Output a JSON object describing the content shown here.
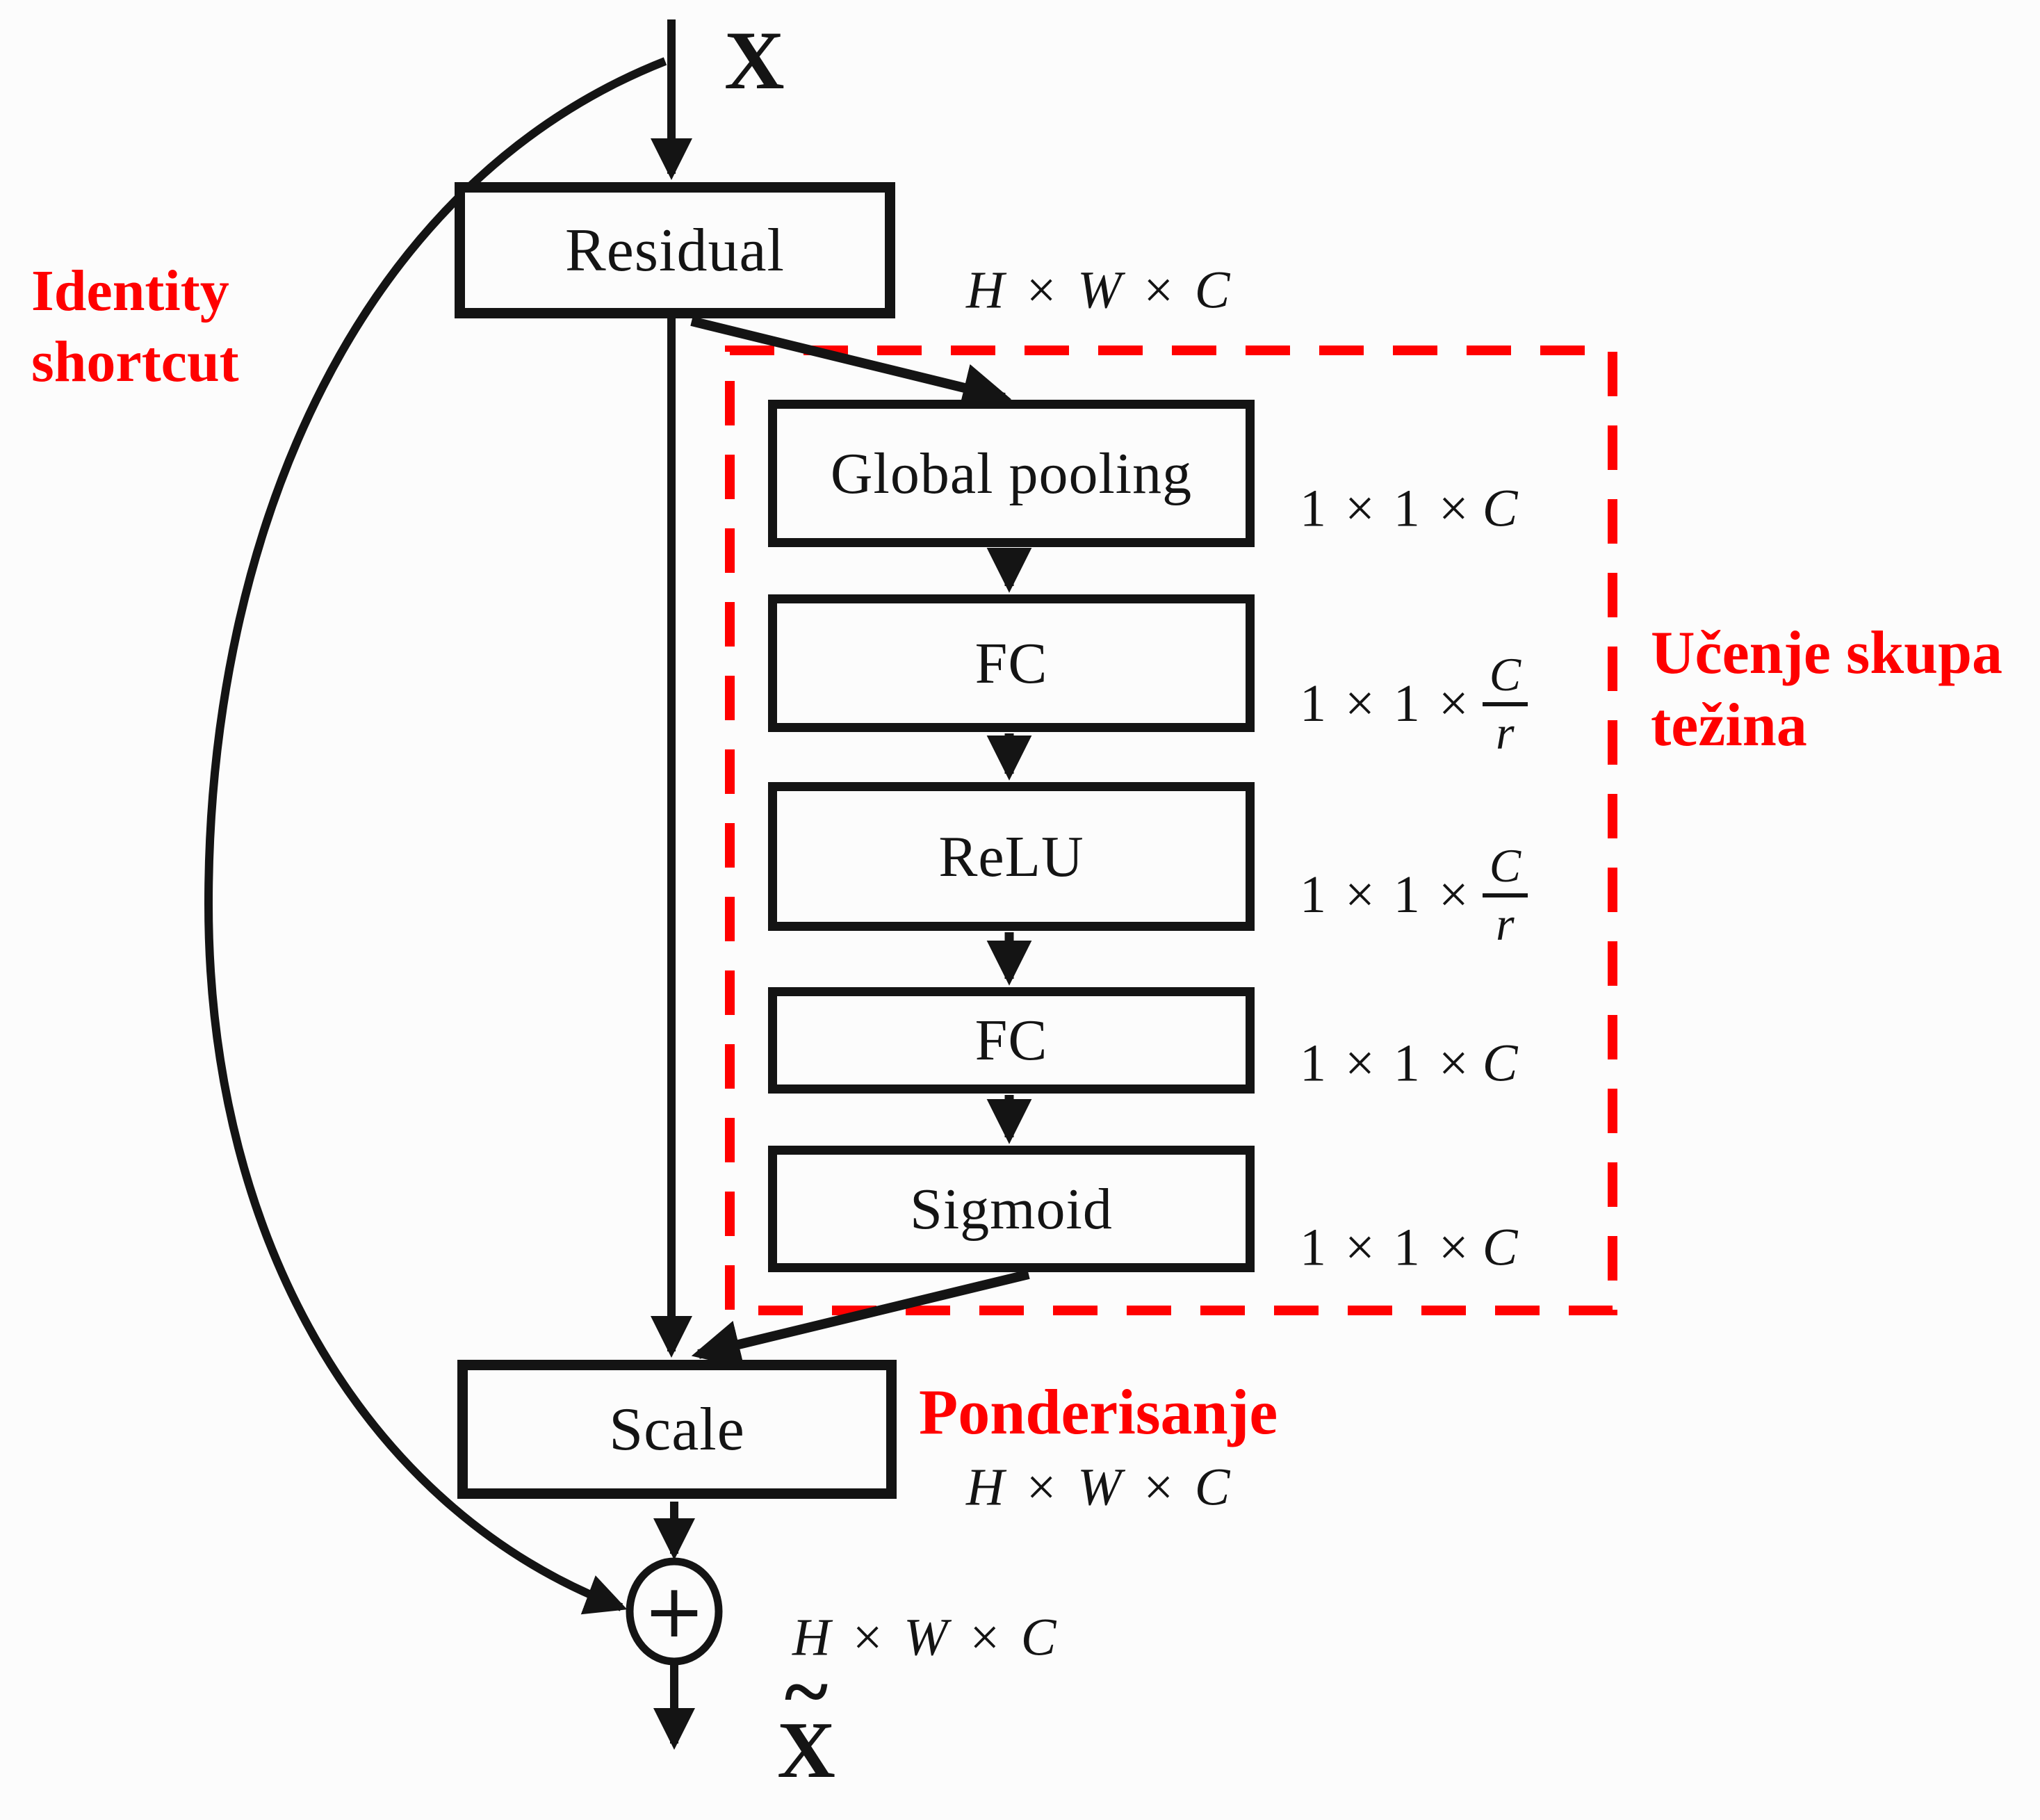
{
  "colors": {
    "accent_red": "#ff0000",
    "ink": "#141414",
    "background": "#fcfcfc"
  },
  "labels": {
    "input": "X",
    "output_base": "X",
    "output_tilde": "~",
    "identity_line1": "Identity",
    "identity_line2": "shortcut",
    "weights_line1": "Učenje skupa",
    "weights_line2": "težina",
    "weighting": "Ponderisanje",
    "sum_symbol": "+"
  },
  "nodes": {
    "residual": "Residual",
    "global_pooling": "Global pooling",
    "fc1": "FC",
    "relu": "ReLU",
    "fc2": "FC",
    "sigmoid": "Sigmoid",
    "scale": "Scale"
  },
  "dims": {
    "residual": "H × W × C",
    "global_pooling": {
      "prefix": "1 × 1 ×",
      "value": "C"
    },
    "fc1": {
      "prefix": "1 × 1 ×",
      "num": "C",
      "den": "r"
    },
    "relu": {
      "prefix": "1 × 1 ×",
      "num": "C",
      "den": "r"
    },
    "fc2": {
      "prefix": "1 × 1 ×",
      "value": "C"
    },
    "sigmoid": {
      "prefix": "1 × 1 ×",
      "value": "C"
    },
    "scale": "H × W × C",
    "sum": "H × W × C"
  }
}
